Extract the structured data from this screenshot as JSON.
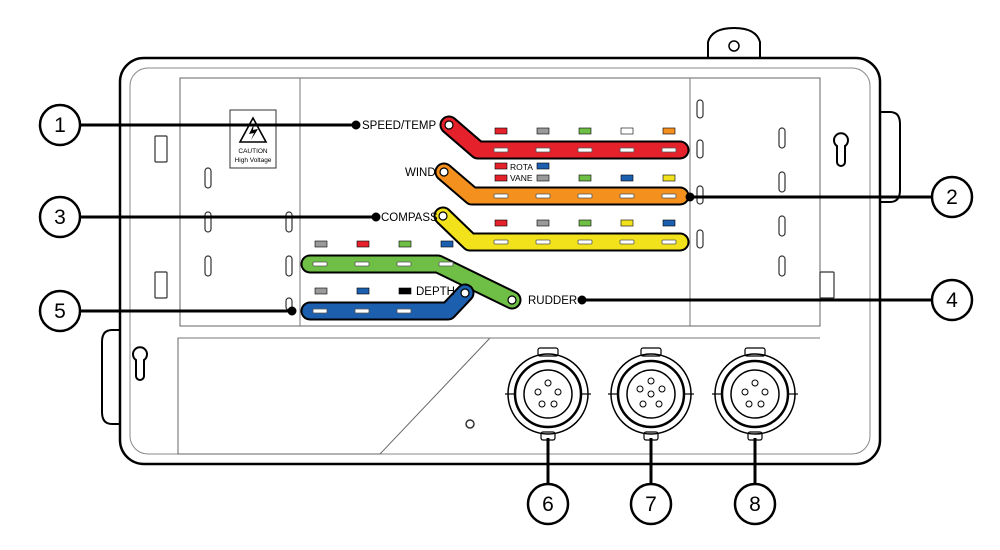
{
  "labels": {
    "speed_temp": "SPEED/TEMP",
    "wind": "WIND",
    "compass": "COMPASS",
    "rudder": "RUDDER",
    "depth": "DEPTH",
    "rota": "ROTA",
    "vane": "VANE"
  },
  "caution": {
    "line1": "CAUTION",
    "line2": "High Voltage"
  },
  "callouts": [
    "1",
    "2",
    "3",
    "4",
    "5",
    "6",
    "7",
    "8"
  ],
  "colors": {
    "speed_temp_strip": "#e5212b",
    "wind_strip": "#f4901e",
    "compass_strip": "#f2e21c",
    "rudder_strip": "#6fbe45",
    "depth_strip": "#1d5faf",
    "wire_red": "#e5212b",
    "wire_gray": "#9a9a9a",
    "wire_green": "#6fbe45",
    "wire_white": "#ffffff",
    "wire_orange": "#f4901e",
    "wire_blue": "#1d5faf",
    "wire_yellow": "#f2e21c",
    "wire_black": "#000000"
  },
  "icons": {
    "warning": "high-voltage-warning-icon",
    "connector": "circular-connector-icon",
    "mount_hole": "keyhole-mount-icon"
  }
}
